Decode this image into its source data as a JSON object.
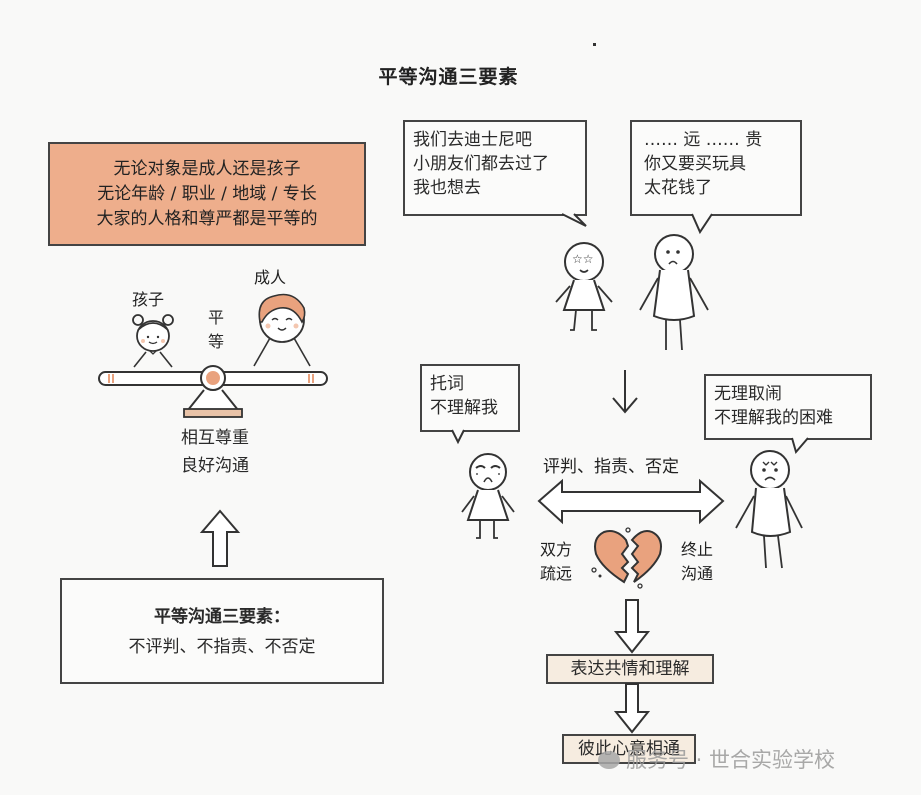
{
  "title": "平等沟通三要素",
  "left": {
    "principle_lines": [
      "无论对象是成人还是孩子",
      "无论年龄 / 职业 / 地域 / 专长",
      "大家的人格和尊严都是平等的"
    ],
    "child_label": "孩子",
    "adult_label": "成人",
    "equal_chars": [
      "平",
      "等"
    ],
    "result_lines": [
      "相互尊重",
      "良好沟通"
    ],
    "elements_heading": "平等沟通三要素：",
    "elements_body": "不评判、不指责、不否定"
  },
  "right": {
    "child_bubble": [
      "我们去迪士尼吧",
      "小朋友们都去过了",
      "我也想去"
    ],
    "adult_bubble": [
      "…… 远 …… 贵",
      "你又要买玩具",
      "太花钱了"
    ],
    "child_reaction_bubble": [
      "托词",
      "不理解我"
    ],
    "adult_reaction_bubble": [
      "无理取闹",
      "不理解我的困难"
    ],
    "conflict_label": "评判、指责、否定",
    "left_outcome": [
      "双方",
      "疏远"
    ],
    "right_outcome": [
      "终止",
      "沟通"
    ],
    "step_1": "表达共情和理解",
    "step_2": "彼此心意相通"
  },
  "watermark": "服务号 · 世合实验学校",
  "colors": {
    "peach": "#eeae8c",
    "heart": "#e9a27e",
    "step_bg": "#f6ece0",
    "line": "#333333"
  }
}
